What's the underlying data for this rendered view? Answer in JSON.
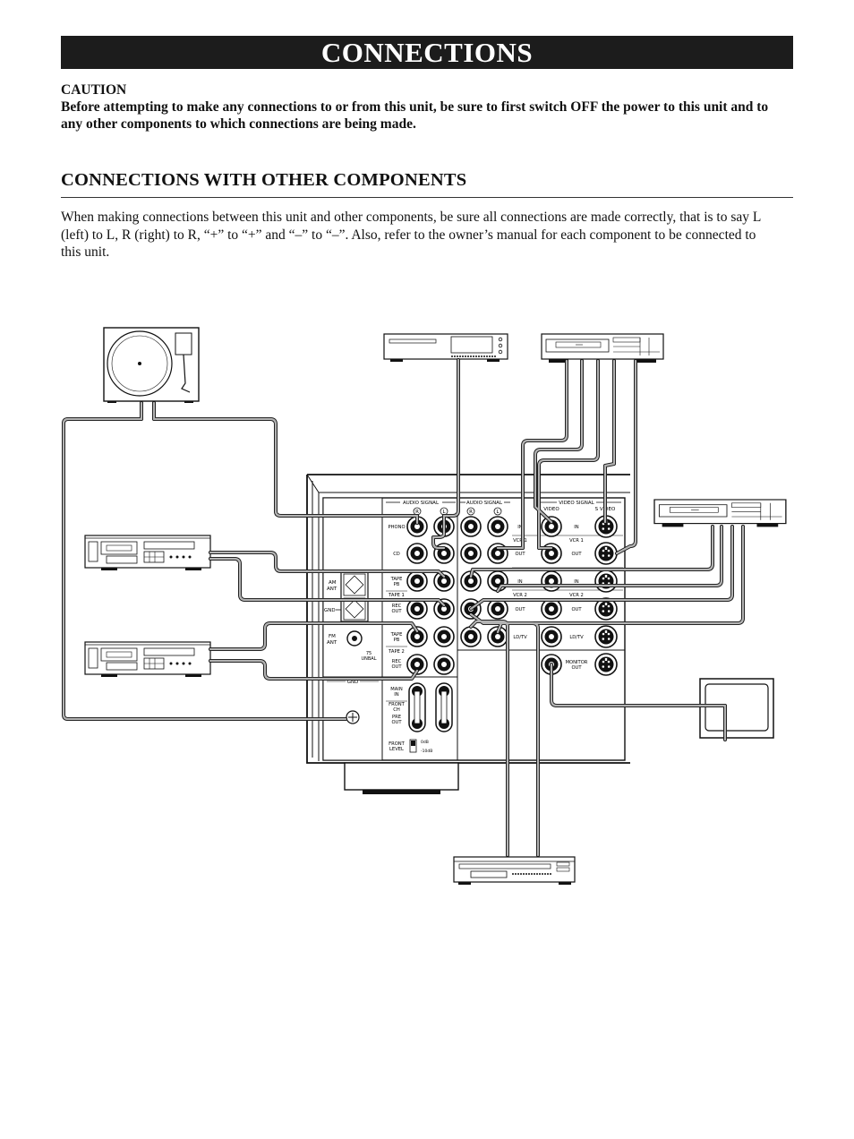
{
  "title": "CONNECTIONS",
  "caution": {
    "heading": "CAUTION",
    "text": "Before attempting to make any connections to or from this unit, be sure to first switch OFF the power to this unit and to any other components to which connections are being made."
  },
  "section_heading": "CONNECTIONS WITH OTHER COMPONENTS",
  "intro": "When making connections between this unit and other components, be sure all connections are made correctly, that is to say L (left) to L, R (right) to R, “+” to “+” and “–” to “–”. Also, refer to the owner’s manual for each component to be connected to this unit.",
  "panel": {
    "group_audio_1": "AUDIO SIGNAL",
    "group_audio_2": "AUDIO SIGNAL",
    "group_video": "VIDEO SIGNAL",
    "ch_r1": "R",
    "ch_l1": "L",
    "ch_r2": "R",
    "ch_l2": "L",
    "col_video": "VIDEO",
    "col_svideo": "S VIDEO",
    "phono": "PHONO",
    "cd": "CD",
    "tape1_pb_a": "TAPE",
    "tape1_pb_b": "PB",
    "tape1": "TAPE 1",
    "tape1_rec_a": "REC",
    "tape1_rec_b": "OUT",
    "tape2_pb_a": "TAPE",
    "tape2_pb_b": "PB",
    "tape2": "TAPE 2",
    "tape2_rec_a": "REC",
    "tape2_rec_b": "OUT",
    "main_in_a": "MAIN",
    "main_in_b": "IN",
    "front_ch_a": "FRONT",
    "front_ch_b": "CH",
    "pre_out_a": "PRE",
    "pre_out_b": "OUT",
    "front_level_a": "FRONT",
    "front_level_b": "LEVEL",
    "level_0db": "0dB",
    "level_m10db": "-10dB",
    "am_ant_a": "AM",
    "am_ant_b": "ANT",
    "gnd_ant": "GND",
    "fm_ant_a": "FM",
    "fm_ant_b": "ANT",
    "unbal_a": "75",
    "unbal_b": "UNBAL",
    "gnd": "GND",
    "vcr1_in": "IN",
    "vcr1": "VCR 1",
    "vcr1_out": "OUT",
    "vcr2_in": "IN",
    "vcr2": "VCR 2",
    "vcr2_out": "OUT",
    "sv_vcr1_in": "IN",
    "sv_vcr1": "VCR 1",
    "sv_vcr1_out": "OUT",
    "sv_vcr2_in": "IN",
    "sv_vcr2": "VCR 2",
    "sv_vcr2_out": "OUT",
    "ldtv": "LD/TV",
    "sv_ldtv": "LD/TV",
    "monitor_out_a": "MONITOR",
    "monitor_out_b": "OUT"
  }
}
